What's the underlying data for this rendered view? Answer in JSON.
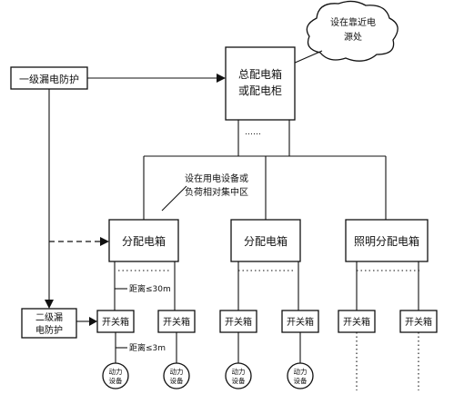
{
  "nodes": {
    "main_box_line1": "总配电箱",
    "main_box_line2": "或配电柜",
    "level1_label": "一级漏电防护",
    "cloud_line1": "设在靠近电",
    "cloud_line2": "源处",
    "callout_line1": "设在用电设备或",
    "callout_line2": "负荷相对集中区",
    "dist_box_1": "分配电箱",
    "dist_box_2": "分配电箱",
    "dist_box_3": "照明分配电箱",
    "level2_line1": "二级漏",
    "level2_line2": "电防护",
    "switch_box": "开关箱",
    "distance_30m": "距离≤30m",
    "distance_3m": "距离≤3m",
    "device_line1": "动力",
    "device_line2": "设备",
    "ellipsis": "……",
    "ellipsis_long": "…………"
  }
}
